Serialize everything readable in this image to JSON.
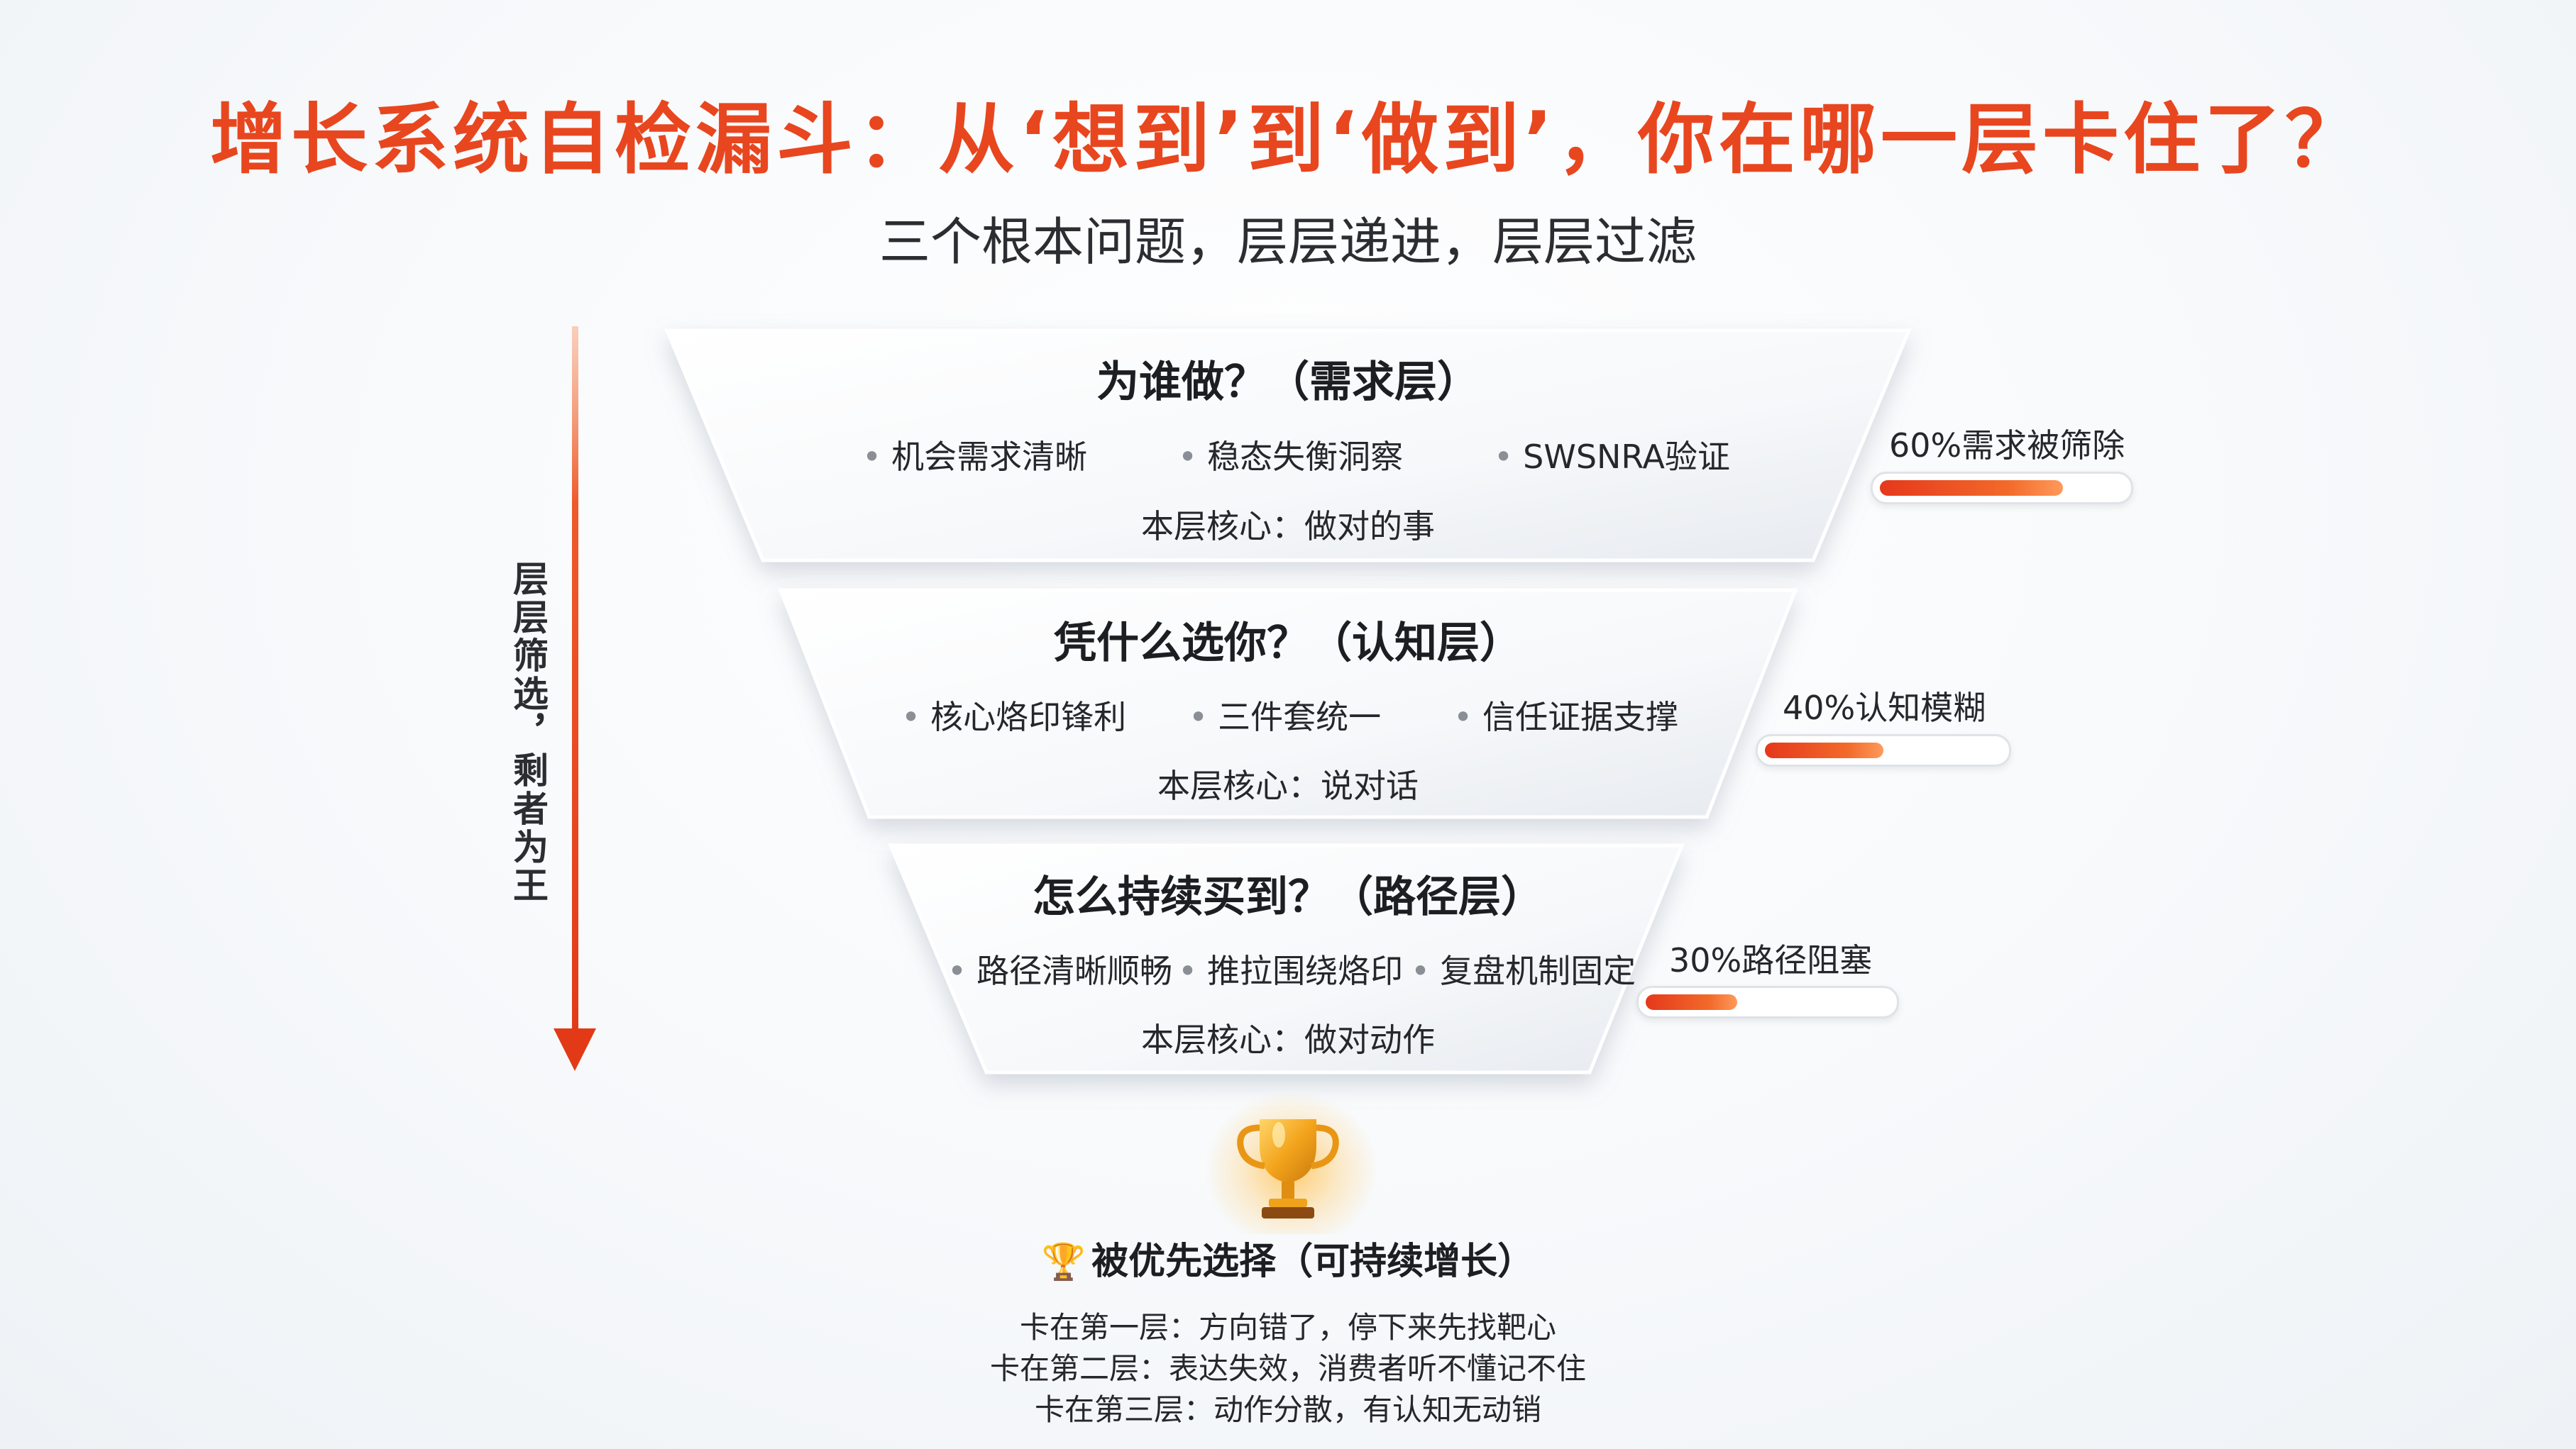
{
  "title": "增长系统自检漏斗：从‘想到’到‘做到’，你在哪一层卡住了？",
  "subtitle": "三个根本问题，层层递进，层层过滤",
  "side_label": "层层筛选，剩者为王",
  "layers": [
    {
      "title": "为谁做？（需求层）",
      "items": [
        "机会需求清晰",
        "稳态失衡洞察",
        "SWSNRA验证"
      ],
      "core": "本层核心：做对的事",
      "stat_label": "60%需求被筛除",
      "stat_value": 0.6
    },
    {
      "title": "凭什么选你？（认知层）",
      "items": [
        "核心烙印锋利",
        "三件套统一",
        "信任证据支撑"
      ],
      "core": "本层核心：说对话",
      "stat_label": "40%认知模糊",
      "stat_value": 0.4
    },
    {
      "title": "怎么持续买到？（路径层）",
      "items": [
        "路径清晰顺畅",
        "推拉围绕烙印",
        "复盘机制固定"
      ],
      "core": "本层核心：做对动作",
      "stat_label": "30%路径阻塞",
      "stat_value": 0.3
    }
  ],
  "result": {
    "icon": "trophy-icon",
    "label": "被优先选择（可持续增长）"
  },
  "notes": [
    "卡在第一层：方向错了，停下来先找靶心",
    "卡在第二层：表达失效，消费者听不懂记不住",
    "卡在第三层：动作分散，有认知无动销"
  ],
  "colors": {
    "accent": "#e8461f",
    "bar_start": "#e5381c",
    "bar_end": "#ff9a5a",
    "trophy": "#f0a21a"
  }
}
